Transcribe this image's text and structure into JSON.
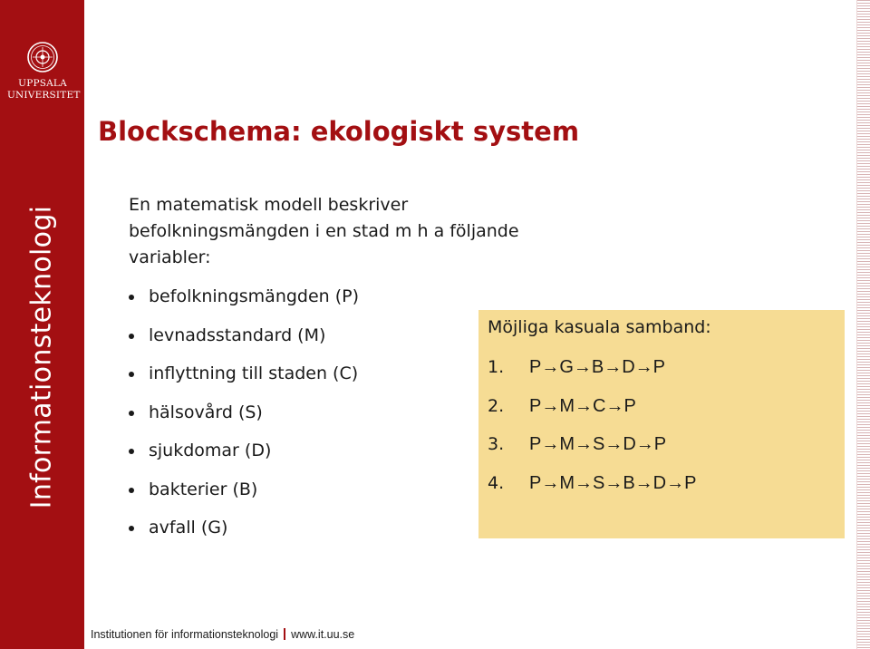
{
  "sidebar": {
    "logo_line1": "UPPSALA",
    "logo_line2": "UNIVERSITET",
    "vertical_title": "Informationsteknologi",
    "color": "#a30f12"
  },
  "slide": {
    "title": "Blockschema: ekologiskt system",
    "intro_lines": [
      "En matematisk modell beskriver",
      "befolkningsmängden i en stad m h a följande",
      "variabler:"
    ],
    "variables": [
      "befolkningsmängden (P)",
      "levnadsstandard (M)",
      "inflyttning till staden (C)",
      "hälsovård (S)",
      "sjukdomar (D)",
      "bakterier (B)",
      "avfall (G)"
    ]
  },
  "causal_box": {
    "title": "Möjliga kasuala samband:",
    "background": "#f6dc94",
    "paths": [
      {
        "num": "1.",
        "expr": "P→G→B→D→P"
      },
      {
        "num": "2.",
        "expr": "P→M→C→P"
      },
      {
        "num": "3.",
        "expr": "P→M→S→D→P"
      },
      {
        "num": "4.",
        "expr": "P→M→S→B→D→P"
      }
    ]
  },
  "footer": {
    "institution": "Institutionen för informationsteknologi",
    "url": "www.it.uu.se"
  }
}
